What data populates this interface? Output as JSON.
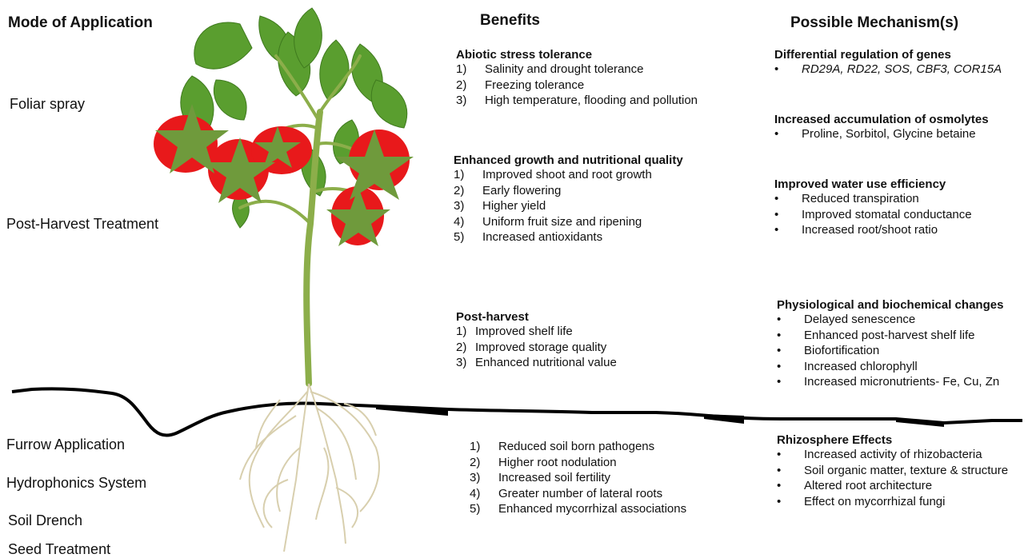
{
  "headers": {
    "mode": "Mode of Application",
    "benefits": "Benefits",
    "mechanism": "Possible Mechanism(s)"
  },
  "modes": {
    "foliar": "Foliar spray",
    "post_harvest": "Post-Harvest Treatment",
    "furrow": "Furrow Application",
    "hydro": "Hydrophonics System",
    "drench": "Soil Drench",
    "seed": "Seed Treatment"
  },
  "benefits": {
    "abiotic": {
      "title": "Abiotic stress tolerance",
      "items": [
        {
          "n": "1)",
          "t": "Salinity and drought tolerance"
        },
        {
          "n": "2)",
          "t": "Freezing tolerance"
        },
        {
          "n": "3)",
          "t": "High temperature, flooding and pollution"
        }
      ]
    },
    "growth": {
      "title": "Enhanced growth and nutritional quality",
      "items": [
        {
          "n": "1)",
          "t": "Improved shoot and root growth"
        },
        {
          "n": "2)",
          "t": "Early flowering"
        },
        {
          "n": "3)",
          "t": "Higher yield"
        },
        {
          "n": "4)",
          "t": "Uniform fruit size and ripening"
        },
        {
          "n": "5)",
          "t": "Increased antioxidants"
        }
      ]
    },
    "postharvest": {
      "title": "Post-harvest",
      "items": [
        {
          "n": "1)",
          "t": "Improved shelf life"
        },
        {
          "n": "2)",
          "t": "Improved storage quality"
        },
        {
          "n": "3)",
          "t": "Enhanced nutritional value"
        }
      ]
    },
    "soil": {
      "items": [
        {
          "n": "1)",
          "t": "Reduced soil born pathogens"
        },
        {
          "n": "2)",
          "t": "Higher root nodulation"
        },
        {
          "n": "3)",
          "t": "Increased soil fertility"
        },
        {
          "n": "4)",
          "t": "Greater number of lateral roots"
        },
        {
          "n": "5)",
          "t": "Enhanced mycorrhizal associations"
        }
      ]
    }
  },
  "mechanisms": {
    "genes": {
      "title": "Differential regulation  of genes",
      "items": [
        "RD29A, RD22, SOS, CBF3, COR15A"
      ]
    },
    "osmolytes": {
      "title": "Increased accumulation of osmolytes",
      "items": [
        "Proline, Sorbitol, Glycine betaine"
      ]
    },
    "water": {
      "title": "Improved water use efficiency",
      "items": [
        "Reduced transpiration",
        "Improved stomatal conductance",
        "Increased root/shoot ratio"
      ]
    },
    "physio": {
      "title": "Physiological and biochemical changes",
      "items": [
        "Delayed senescence",
        "Enhanced post-harvest shelf life",
        "Biofortification",
        "Increased chlorophyll",
        "Increased micronutrients- Fe, Cu, Zn"
      ]
    },
    "rhizo": {
      "title": "Rhizosphere Effects",
      "items": [
        "Increased activity of rhizobacteria",
        "Soil organic matter, texture & structure",
        "Altered root architecture",
        "Effect on mycorrhizal fungi"
      ]
    }
  },
  "bullet": "•",
  "colors": {
    "tomato": "#e8191b",
    "star": "#6f9a3c",
    "leaf": "#5a9e2f",
    "stem": "#8cae4a",
    "soil": "#000000",
    "root": "#d8cfae"
  }
}
